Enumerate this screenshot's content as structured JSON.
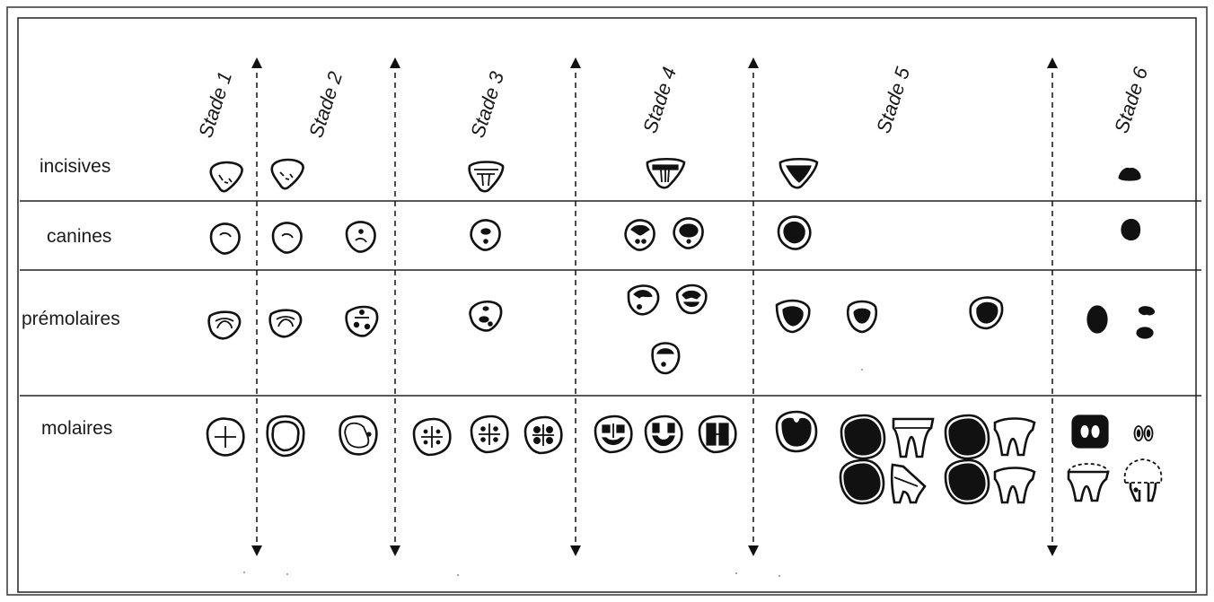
{
  "stages": [
    "Stade 1",
    "Stade 2",
    "Stade 3",
    "Stade 4",
    "Stade 5",
    "Stade 6"
  ],
  "rows": [
    "incisives",
    "canines",
    "prémolaires",
    "molaires"
  ]
}
